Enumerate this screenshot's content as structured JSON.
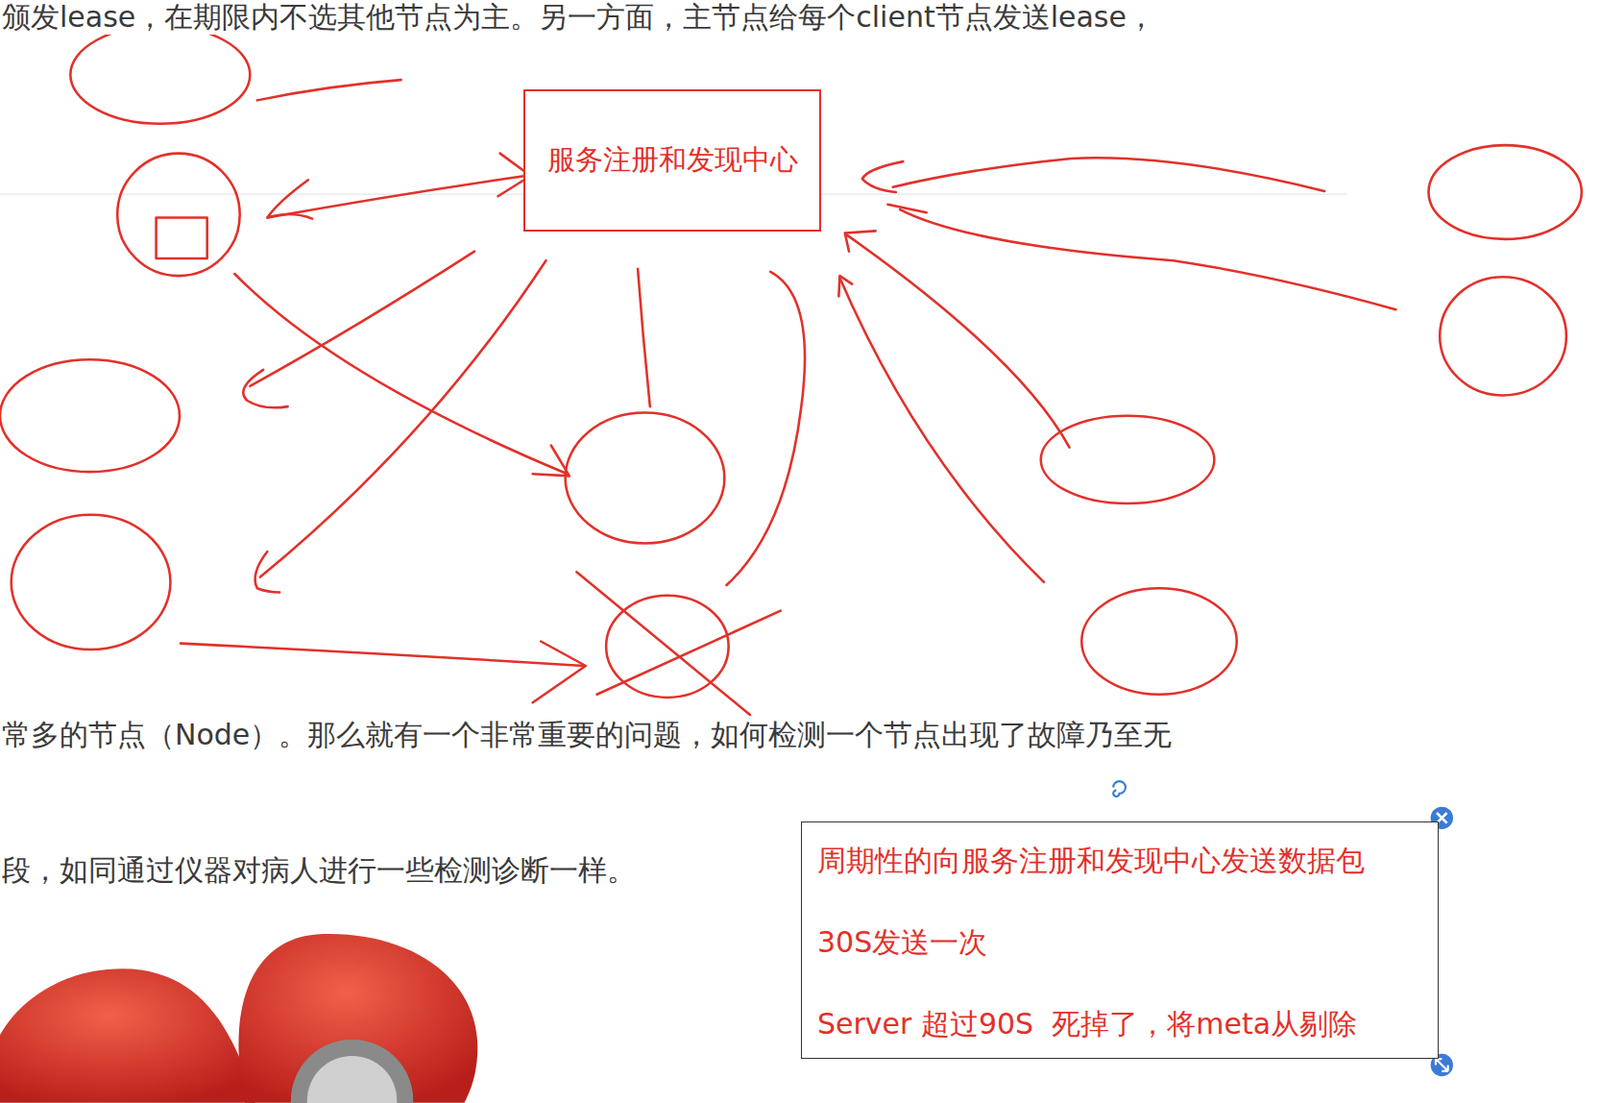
{
  "diagram": {
    "nodes": [
      {
        "text": [
          "服务注册和发现中心"
        ]
      },
      {
        "text": [
          "周期性的向服务注册和发现中心发送数据包",
          "30S发送一次",
          "Server 超过90S  死掉了，将meta从剔除"
        ]
      }
    ],
    "labels": [
      "颁发lease，在期限内不选其他节点为主。另一方面，主节点给每个client节点发送lease，",
      "常多的节点（Node）。那么就有一个非常重要的问题，如何检测一个节点出现了故障乃至无",
      "段，如同通过仪器对病人进行一些检测诊断一样。"
    ]
  }
}
